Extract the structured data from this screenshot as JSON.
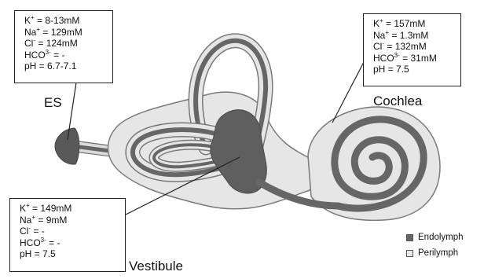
{
  "colors": {
    "endolymph": "#666666",
    "perilymph": "#e8e8e8",
    "outline": "#7a7a7a"
  },
  "boxes": {
    "es": {
      "lines": [
        {
          "base": "K",
          "sup": "+",
          "rest": " = 8-13mM"
        },
        {
          "base": "Na",
          "sup": "+",
          "rest": " = 129mM"
        },
        {
          "base": "Cl",
          "sup": "-",
          "rest": " = 124mM"
        },
        {
          "base": "HCO",
          "sup": "3-",
          "rest": " = -"
        },
        {
          "base": "pH",
          "sup": "",
          "rest": " = 6.7-7.1"
        }
      ]
    },
    "cochlea": {
      "lines": [
        {
          "base": "K",
          "sup": "+",
          "rest": " = 157mM"
        },
        {
          "base": "Na",
          "sup": "+",
          "rest": " = 1.3mM"
        },
        {
          "base": "Cl",
          "sup": "-",
          "rest": " = 132mM"
        },
        {
          "base": "HCO",
          "sup": "3-",
          "rest": " = 31mM"
        },
        {
          "base": "pH",
          "sup": "",
          "rest": " = 7.5"
        }
      ]
    },
    "vestibule": {
      "lines": [
        {
          "base": "K",
          "sup": "+",
          "rest": " = 149mM"
        },
        {
          "base": "Na",
          "sup": "+",
          "rest": " = 9mM"
        },
        {
          "base": "Cl",
          "sup": "-",
          "rest": " = -"
        },
        {
          "base": "HCO",
          "sup": "3-",
          "rest": " = -"
        },
        {
          "base": "pH",
          "sup": "",
          "rest": " = 7.5"
        }
      ]
    }
  },
  "labels": {
    "es": "ES",
    "cochlea": "Cochlea",
    "vestibule": "Vestibule"
  },
  "legend": {
    "endolymph": "Endolymph",
    "perilymph": "Perilymph"
  }
}
